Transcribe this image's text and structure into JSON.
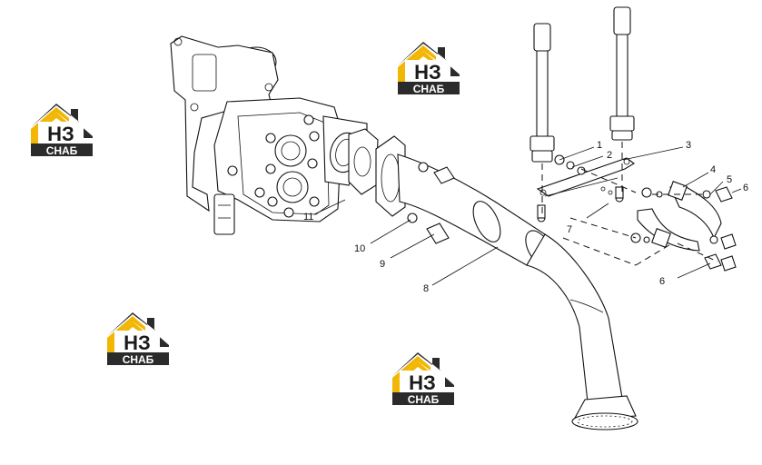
{
  "diagram": {
    "callouts": [
      {
        "id": "c1",
        "label": "1"
      },
      {
        "id": "c2",
        "label": "2"
      },
      {
        "id": "c3",
        "label": "3"
      },
      {
        "id": "c4",
        "label": "4"
      },
      {
        "id": "c5",
        "label": "5"
      },
      {
        "id": "c6a",
        "label": "6"
      },
      {
        "id": "c6b",
        "label": "6"
      },
      {
        "id": "c7",
        "label": "7"
      },
      {
        "id": "c8",
        "label": "8"
      },
      {
        "id": "c9",
        "label": "9"
      },
      {
        "id": "c10",
        "label": "10"
      },
      {
        "id": "c11",
        "label": "11"
      }
    ]
  },
  "watermark": {
    "mark": "НЗ",
    "name": "СНАБ",
    "colors": {
      "yellow": "#f2b705",
      "dark": "#2b2b2b"
    }
  }
}
